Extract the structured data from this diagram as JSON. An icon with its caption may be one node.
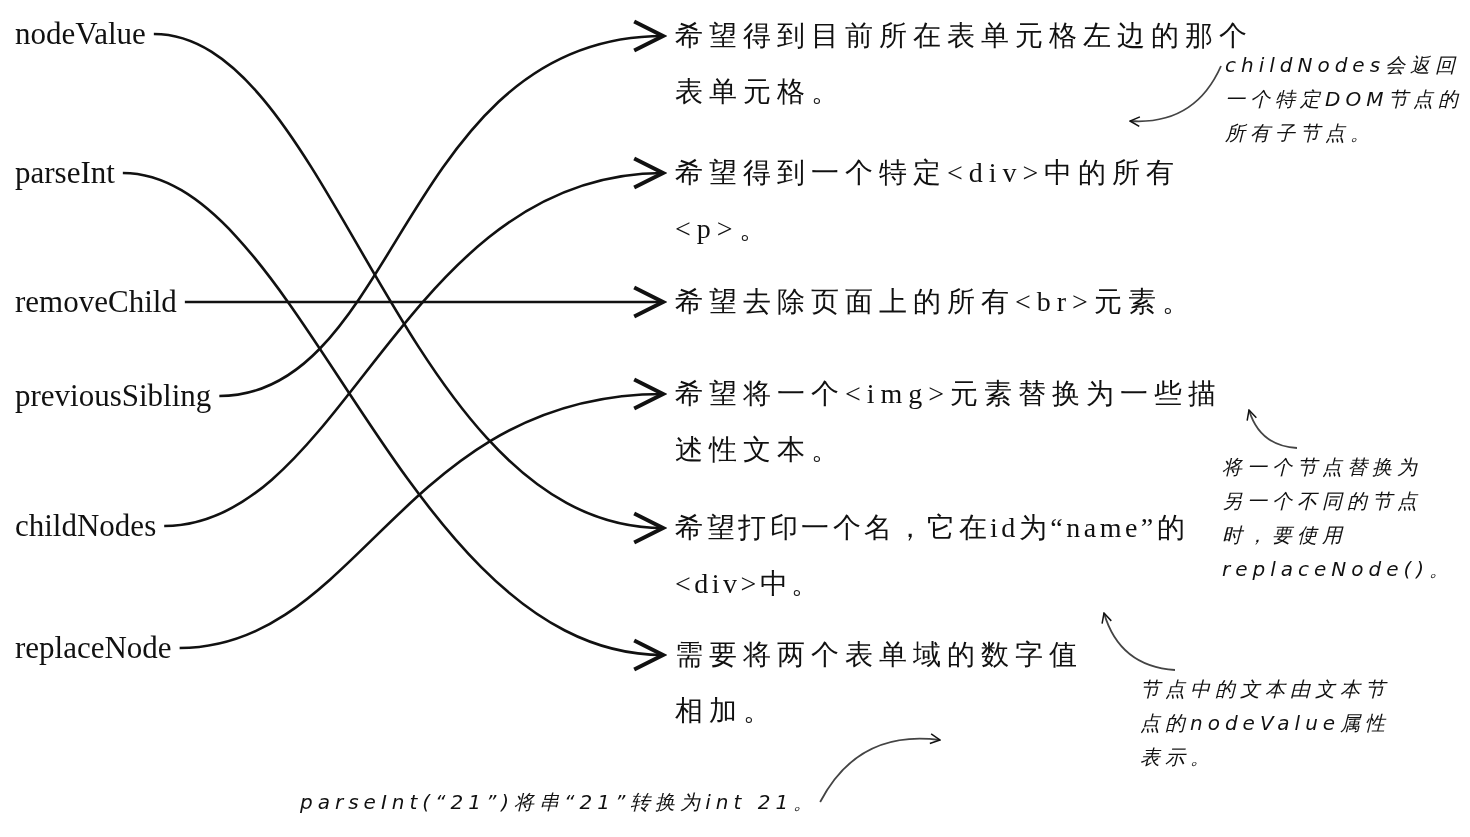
{
  "diagram": {
    "nodes": [
      {
        "text": [
          "nodeValue"
        ]
      },
      {
        "text": [
          "parseInt"
        ]
      },
      {
        "text": [
          "removeChild"
        ]
      },
      {
        "text": [
          "previousSibling"
        ]
      },
      {
        "text": [
          "childNodes"
        ]
      },
      {
        "text": [
          "replaceNode"
        ]
      },
      {
        "text": [
          "希望得到目前所在表单元格左边的那个表单元格。"
        ]
      },
      {
        "text": [
          "希望得到一个特定<div>中的所有<p>。"
        ]
      },
      {
        "text": [
          "希望去除页面上的所有<br>元素。"
        ]
      },
      {
        "text": [
          "希望将一个<img>元素替换为一些描述性文本。"
        ]
      },
      {
        "text": [
          "希望打印一个名，它在id为“name”的<div>中。"
        ]
      },
      {
        "text": [
          "需要将两个表单域的数字值相加。"
        ]
      },
      {
        "text": [
          "childNodes会返回一个特定DOM节点的所有子节点。"
        ]
      },
      {
        "text": [
          "将一个节点替换为另一个不同的节点时，要使用replaceNode()。"
        ]
      },
      {
        "text": [
          "节点中的文本由文本节点的nodeValue属性表示。"
        ]
      },
      {
        "text": [
          "parseInt(“21”)将串“21”转换为int 21。"
        ]
      }
    ],
    "edges": [
      {
        "from": 0,
        "to": 10,
        "arrow": "to"
      },
      {
        "from": 1,
        "to": 11,
        "arrow": "to"
      },
      {
        "from": 2,
        "to": 8,
        "arrow": "to"
      },
      {
        "from": 3,
        "to": 6,
        "arrow": "to"
      },
      {
        "from": 4,
        "to": 7,
        "arrow": "to"
      },
      {
        "from": 5,
        "to": 9,
        "arrow": "to"
      },
      {
        "from": 12,
        "to": 6,
        "arrow": "to"
      },
      {
        "from": 13,
        "to": 9,
        "arrow": "to"
      },
      {
        "from": 14,
        "to": 10,
        "arrow": "to"
      },
      {
        "from": 15,
        "to": 11,
        "arrow": "to"
      }
    ]
  }
}
